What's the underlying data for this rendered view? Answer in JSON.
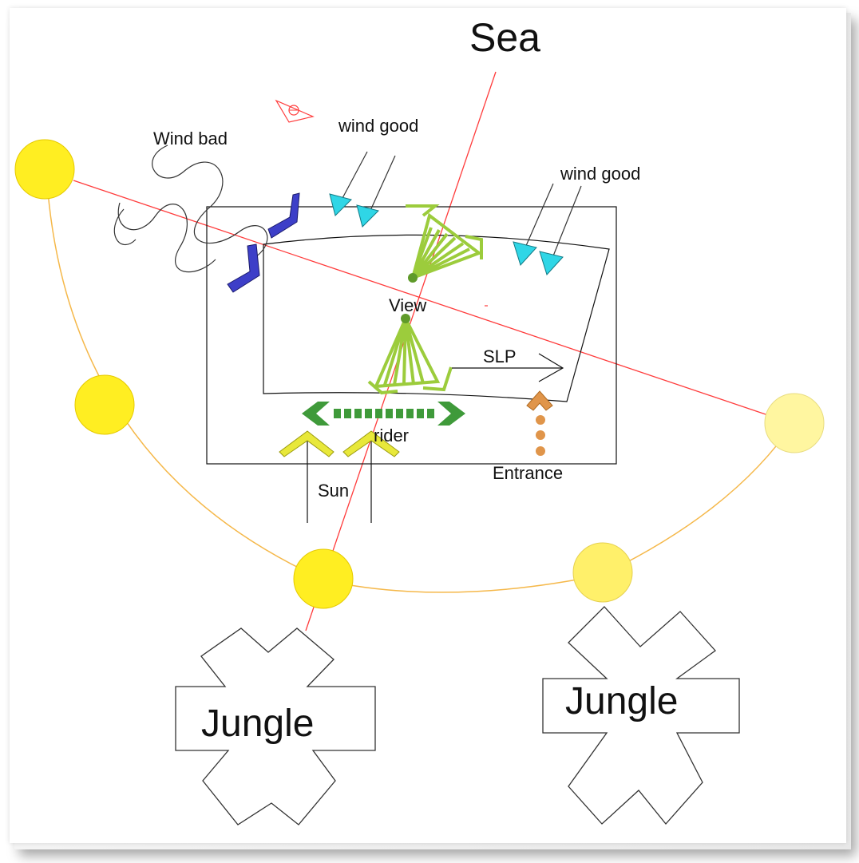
{
  "labels": {
    "sea": "Sea",
    "wind_bad": "Wind bad",
    "wind_good_top": "wind good",
    "wind_good_right": "wind good",
    "view": "View",
    "slp": "SLP",
    "rider": "rider",
    "entrance": "Entrance",
    "sun": "Sun",
    "jungle_left": "Jungle",
    "jungle_right": "Jungle"
  },
  "colors": {
    "sun_yellow": "#ffee22",
    "sun_pale": "#fff6a0",
    "sun_path": "#f5b84a",
    "axis_red": "#ff3b3b",
    "wind_bad_blue": "#3d3fc8",
    "wind_good_cyan": "#2fd6e6",
    "view_green": "#9ccc3c",
    "rider_green": "#3f9a3a",
    "entrance_orange": "#e0954a",
    "sun_arrow_yellow": "#e8e83a"
  }
}
